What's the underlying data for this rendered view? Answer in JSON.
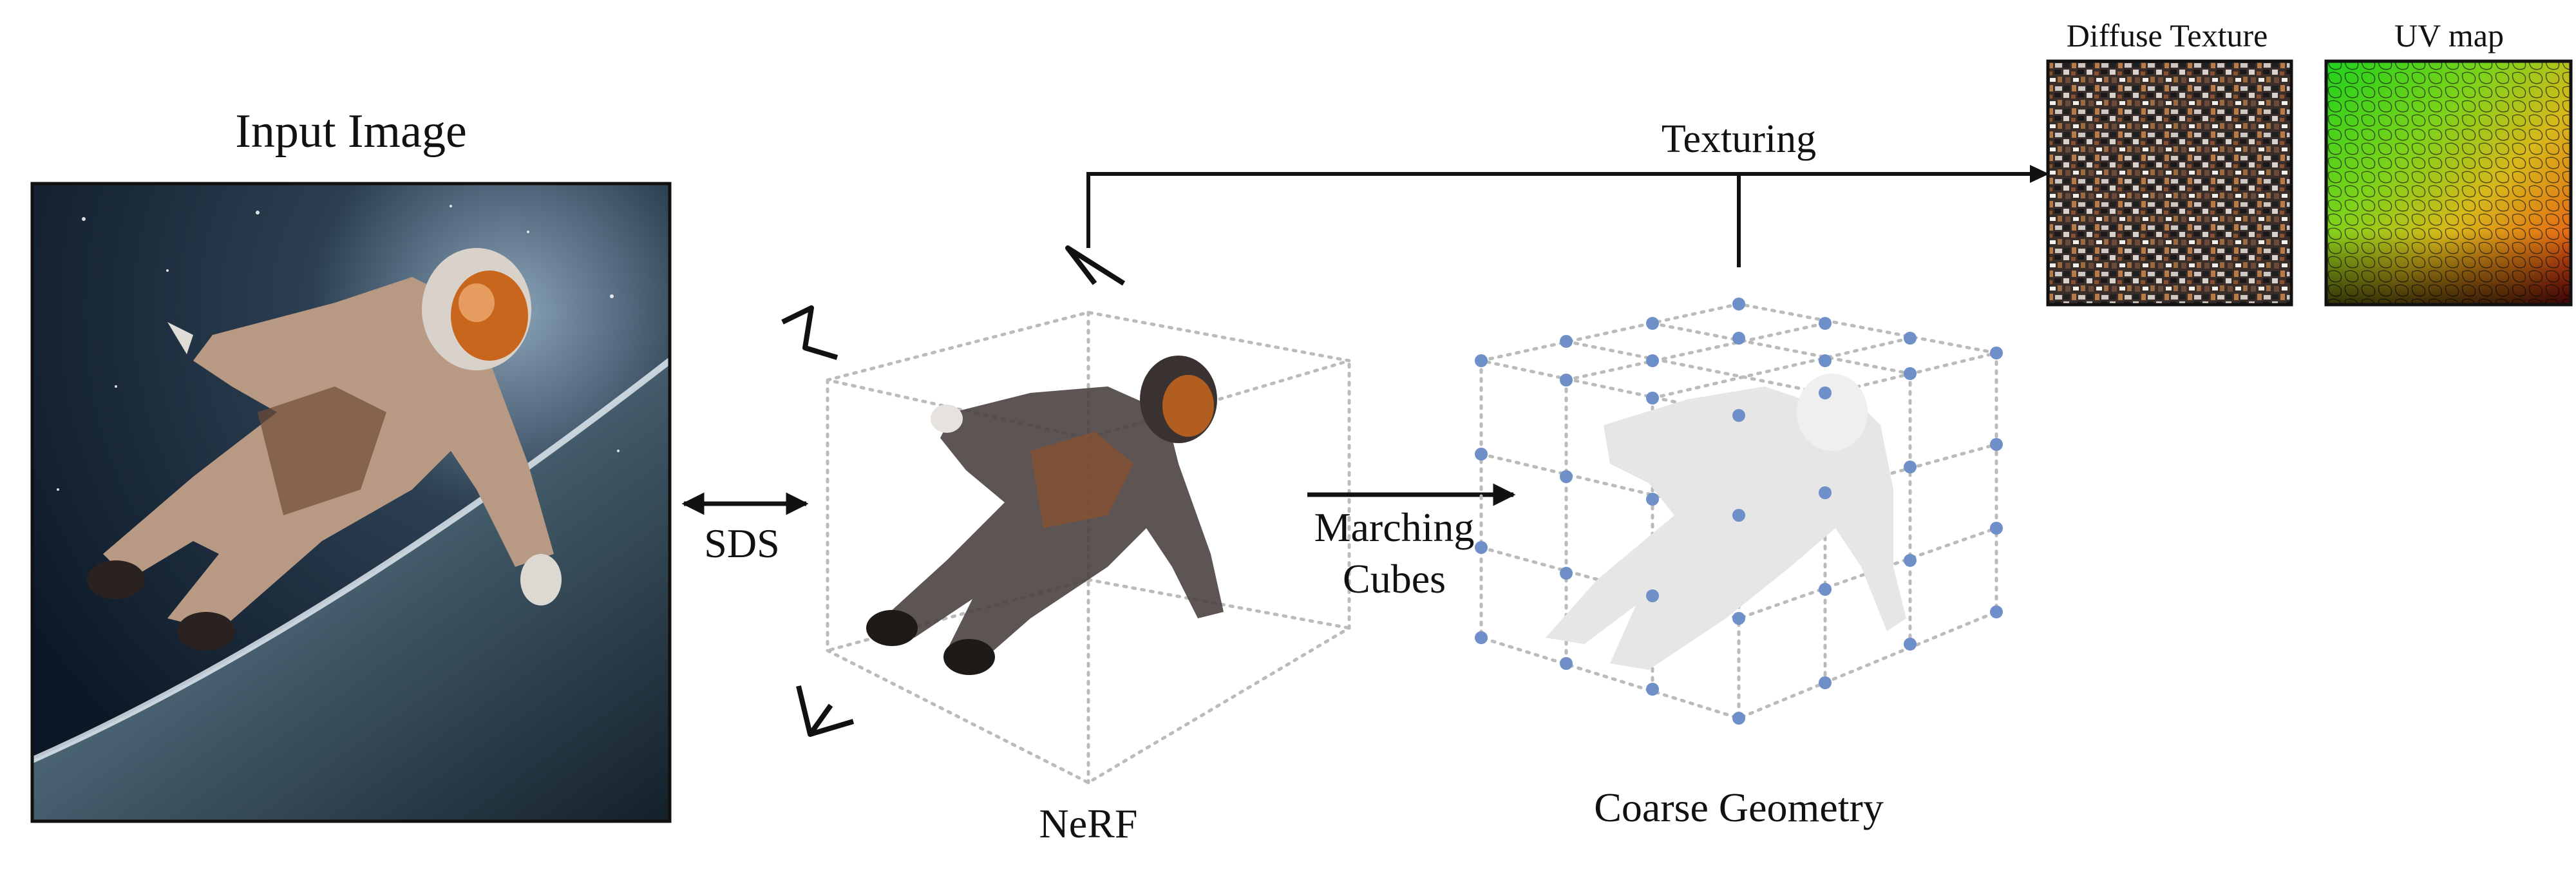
{
  "labels": {
    "input_image": "Input Image",
    "sds": "SDS",
    "nerf": "NeRF",
    "marching_line1": "Marching",
    "marching_line2": "Cubes",
    "coarse_geometry": "Coarse Geometry",
    "texturing": "Texturing",
    "diffuse_texture": "Diffuse Texture",
    "uv_map": "UV map"
  },
  "colors": {
    "grid_dot": "#6f8fc9",
    "grid_line": "#bbbbbb",
    "space_dark": "#0c1826",
    "suit_brown": "#8a5a3a",
    "visor_orange": "#c8661e",
    "mesh_gray": "#e6e6e6",
    "uv_green": "#22d21a",
    "uv_red": "#e41a14"
  },
  "icons": [
    "camera-icon",
    "camera-icon",
    "camera-icon",
    "double-arrow-icon",
    "arrow-right-icon"
  ]
}
